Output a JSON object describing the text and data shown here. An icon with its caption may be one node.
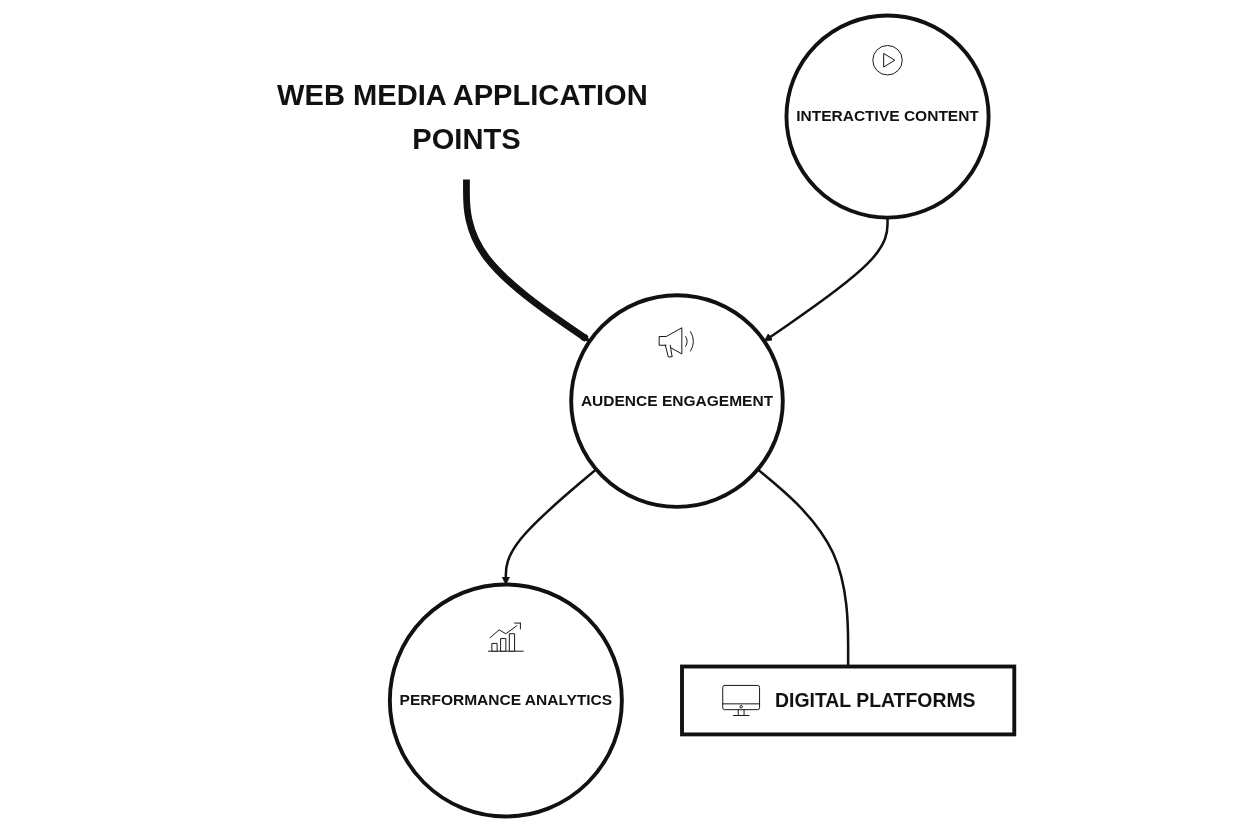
{
  "diagram": {
    "nodes": [
      {
        "text": [
          "WEB MEDIA APPLICATION POINTS"
        ]
      },
      {
        "text": [
          "INTERACTIVE CONTENT"
        ]
      },
      {
        "text": [
          "AUDENCE ENGAGEMENT"
        ]
      },
      {
        "text": [
          "PERFORMANCE ANALYTICS"
        ]
      },
      {
        "text": [
          "DIGITAL PLATFORMS"
        ]
      }
    ],
    "edges": [
      {
        "from": 0,
        "to": 2,
        "arrow": "to",
        "style": "thick"
      },
      {
        "from": 1,
        "to": 2,
        "arrow": "to"
      },
      {
        "from": 2,
        "to": 3,
        "arrow": "to"
      },
      {
        "from": 2,
        "to": 4,
        "arrow": "none"
      }
    ]
  }
}
